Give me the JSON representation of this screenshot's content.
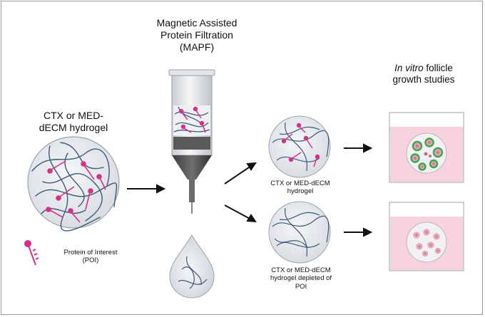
{
  "mapf_title_line1": "Magnetic Assisted",
  "mapf_title_line2": "Protein Filtration",
  "mapf_title_line3": "(MAPF)",
  "input_label_line1": "CTX or MED-",
  "input_label_line2": "dECM hydrogel",
  "poi_label_line1": "Protein of Interest",
  "poi_label_line2": "(POI)",
  "output_top_line1": "CTX or MED-dECM",
  "output_top_line2": "hydrogel",
  "output_bottom_line1": "CTX or MED-dECM",
  "output_bottom_line2": "hydrogel depleted of",
  "output_bottom_line3": "POI",
  "study_label_italic": "In vitro",
  "study_label_rest": " follicle",
  "study_label_line2": "growth studies",
  "colors": {
    "fiber": "#3d5a78",
    "poi": "#d6308a",
    "follicle_green": "#3aa54a",
    "dish_fill": "#f7d3e0",
    "hydrogel_fill": "#e9ecef"
  }
}
